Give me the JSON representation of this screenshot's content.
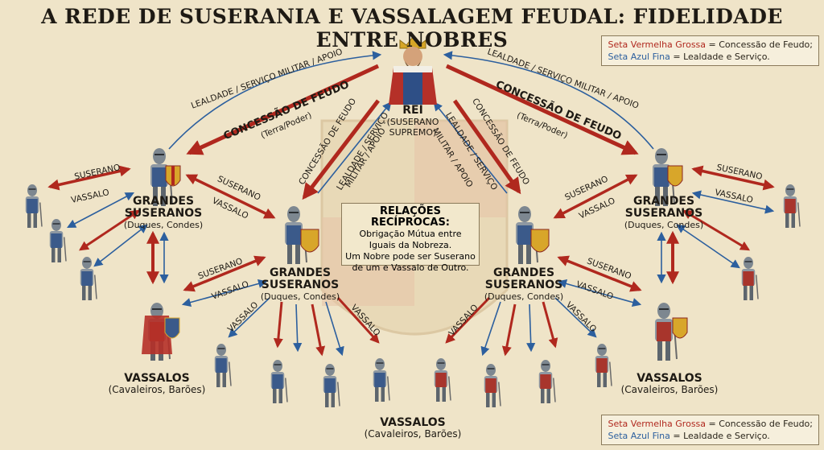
{
  "title": "A REDE DE SUSERANIA E VASSALAGEM FEUDAL: FIDELIDADE ENTRE NOBRES",
  "legend": {
    "red_label": "Seta Vermelha Grossa",
    "red_meaning": " = Concessão de Feudo;",
    "blue_label": "Seta Azul Fina",
    "blue_meaning": " = Lealdade e Serviço."
  },
  "king": {
    "name": "REI",
    "role_line1": "(SUSERANO",
    "role_line2": "SUPREMO)"
  },
  "grandes": {
    "line1": "GRANDES",
    "line2": "SUSERANOS",
    "detail": "(Duques, Condes)"
  },
  "vassalos": {
    "name": "VASSALOS",
    "detail": "(Cavaleiros, Barões)"
  },
  "arrows": {
    "loyalty": "LEALDADE / SERVIÇO MILITAR / APOIO",
    "loyalty_short_1": "LEALDADE / SERVIÇO",
    "loyalty_short_2": "MILITAR / APOIO",
    "grant": "CONCESSÃO DE FEUDO",
    "grant_sub": "(Terra/Poder)",
    "suserano": "SUSERANO",
    "vassalo": "VASSALO"
  },
  "center": {
    "heading": "RELAÇÕES RECÍPROCAS:",
    "line1": "Obrigação Mútua entre",
    "line2": "Iguais da Nobreza.",
    "line3": "Um Nobre pode ser Suserano",
    "line4": "de um e Vassalo de Outro."
  },
  "colors": {
    "grant": "#b0281e",
    "loyalty": "#2c5f9e",
    "parchment": "#efe4c8"
  },
  "icons": [
    "crown-icon",
    "knight-icon",
    "shield-icon",
    "heraldic-crest-icon"
  ]
}
